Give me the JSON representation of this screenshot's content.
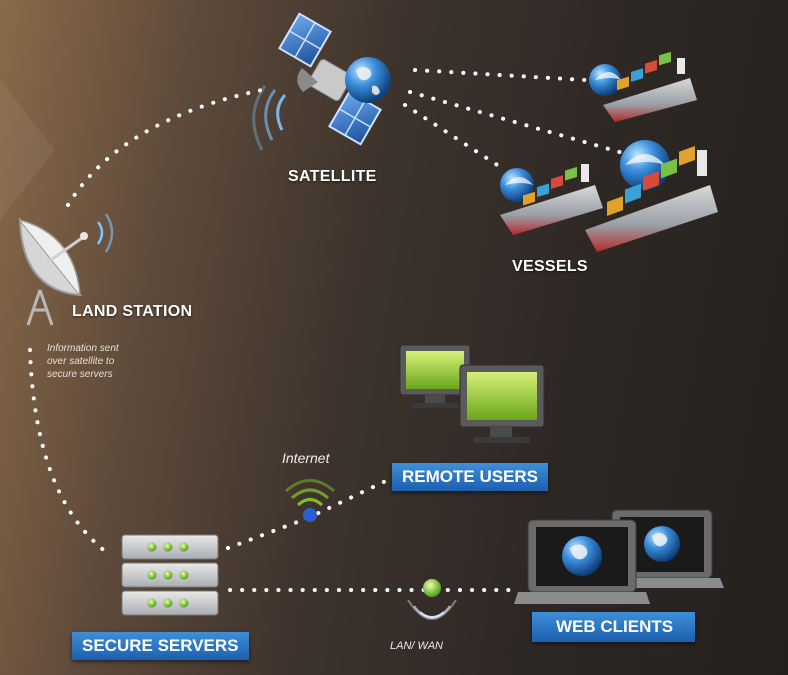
{
  "labels": {
    "satellite": "SATELLITE",
    "vessels": "VESSELS",
    "land_station": "LAND STATION",
    "info_note": [
      "Information sent",
      "over satellite to",
      "secure servers"
    ],
    "internet": "Internet",
    "remote_users": "REMOTE USERS",
    "secure_servers": "SECURE SERVERS",
    "lan_wan": "LAN/ WAN",
    "web_clients": "WEB CLIENTS"
  },
  "colors": {
    "plate_blue": "#2a74c4",
    "screen_green": "#8ccc2a",
    "led_green": "#7ed321",
    "hull_red": "#b52a2a",
    "globe_blue": "#2f7fd0"
  },
  "icons": [
    "satellite-icon",
    "dish-icon",
    "ship-icon",
    "monitor-icon",
    "server-icon",
    "laptop-icon",
    "wifi-icon"
  ]
}
